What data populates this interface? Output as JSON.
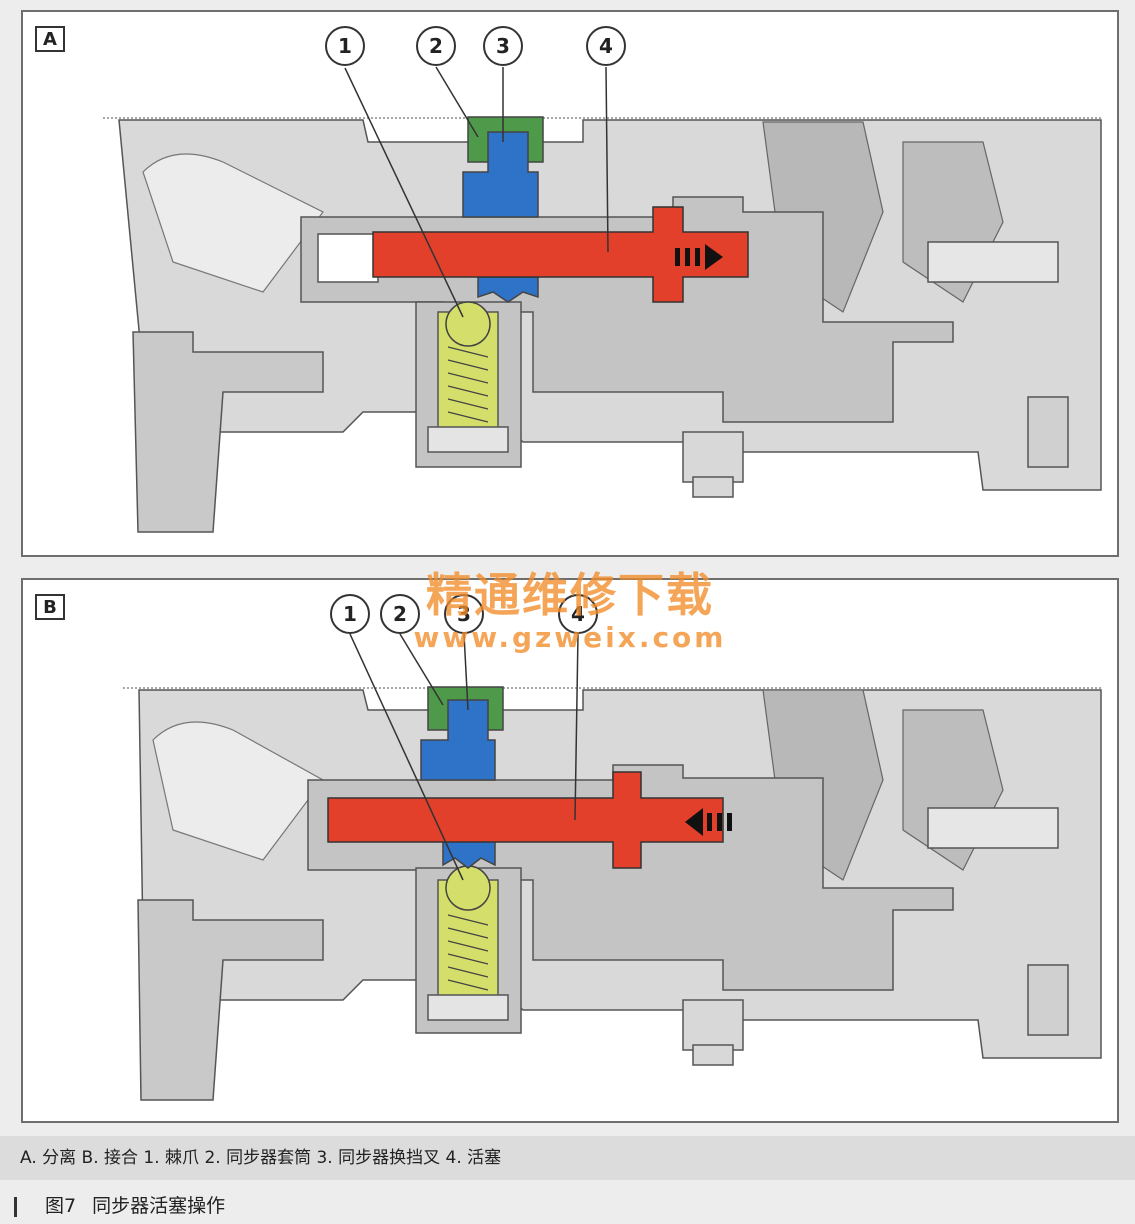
{
  "panels": [
    {
      "tag": "A",
      "callouts": [
        "1",
        "2",
        "3",
        "4"
      ]
    },
    {
      "tag": "B",
      "callouts": [
        "1",
        "2",
        "3",
        "4"
      ]
    }
  ],
  "watermark": {
    "cn": "精通维修下载",
    "url": "www.gzweix.com"
  },
  "legend": "A. 分离 B. 接合 1. 棘爪 2. 同步器套筒 3. 同步器换挡叉 4. 活塞",
  "figure": {
    "number": "图7",
    "title": "同步器活塞操作"
  },
  "colors": {
    "housing": "#c4c4c4",
    "housing_dark": "#8a8a8a",
    "piston": "#e2402b",
    "fork": "#2f73c8",
    "sleeve": "#4f9a4a",
    "pawl": "#d3df6a"
  }
}
